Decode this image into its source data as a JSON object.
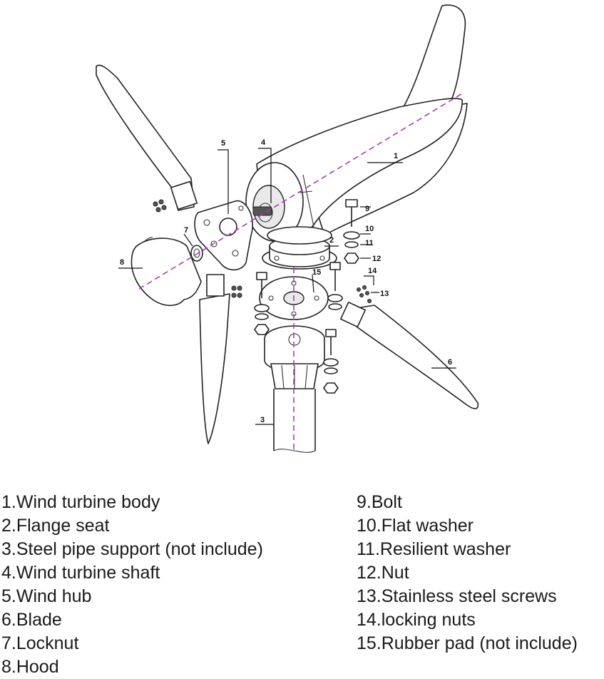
{
  "callouts": [
    "1",
    "2",
    "3",
    "4",
    "5",
    "6",
    "7",
    "8",
    "9",
    "10",
    "11",
    "12",
    "13",
    "14",
    "15"
  ],
  "legend": {
    "left": [
      "1.Wind turbine body",
      "2.Flange seat",
      "3.Steel pipe support (not include)",
      "4.Wind turbine shaft",
      "5.Wind hub",
      "6.Blade",
      "7.Locknut",
      "8.Hood"
    ],
    "right": [
      "9.Bolt",
      "10.Flat washer",
      "11.Resilient washer",
      "12.Nut",
      "13.Stainless steel screws",
      "14.locking nuts",
      "15.Rubber pad (not include)"
    ]
  },
  "colors": {
    "axis": "#b03ab8",
    "line": "#222222",
    "text": "#1a1a1a"
  }
}
